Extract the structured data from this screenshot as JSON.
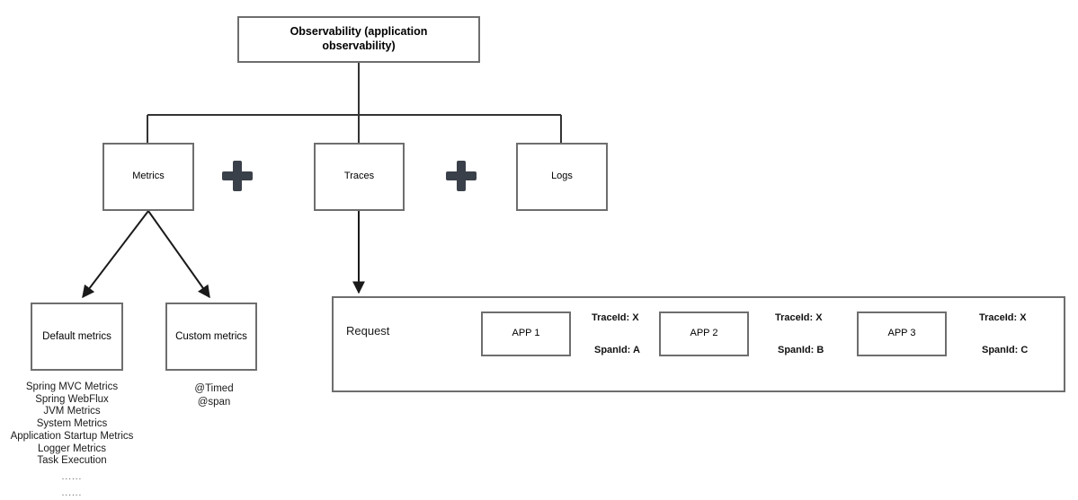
{
  "diagram": {
    "title": "Observability (application observability)",
    "root": {
      "label": "Observability (application\nobservability)"
    },
    "pillars": [
      {
        "id": "metrics",
        "label": "Metrics"
      },
      {
        "id": "traces",
        "label": "Traces"
      },
      {
        "id": "logs",
        "label": "Logs"
      }
    ],
    "operators": [
      {
        "id": "plus-1",
        "glyph": "plus-icon"
      },
      {
        "id": "plus-2",
        "glyph": "plus-icon"
      }
    ],
    "metrics_children": [
      {
        "id": "default-metrics",
        "label": "Default metrics"
      },
      {
        "id": "custom-metrics",
        "label": "Custom metrics"
      }
    ],
    "default_metrics_list": [
      "Spring MVC Metrics",
      "Spring WebFlux",
      "JVM Metrics",
      "System Metrics",
      "Application Startup Metrics",
      "Logger Metrics",
      "Task Execution",
      "......",
      "......"
    ],
    "custom_metrics_list": [
      "@Timed",
      "@span"
    ],
    "trace_flow": {
      "entry_label": "Request",
      "apps": [
        {
          "id": "app1",
          "label": "APP 1"
        },
        {
          "id": "app2",
          "label": "APP 2"
        },
        {
          "id": "app3",
          "label": "APP 3"
        }
      ],
      "hops": [
        {
          "id": "hop-1",
          "trace_id": "TraceId: X",
          "span_id": "SpanId: A"
        },
        {
          "id": "hop-2",
          "trace_id": "TraceId: X",
          "span_id": "SpanId: B"
        },
        {
          "id": "hop-3",
          "trace_id": "TraceId: X",
          "span_id": "SpanId: C"
        }
      ]
    },
    "colors": {
      "background": "#ffffff",
      "box_border": "#6e6e6e",
      "connector": "#333333",
      "plus": "#3a4049",
      "text": "#000000"
    }
  }
}
